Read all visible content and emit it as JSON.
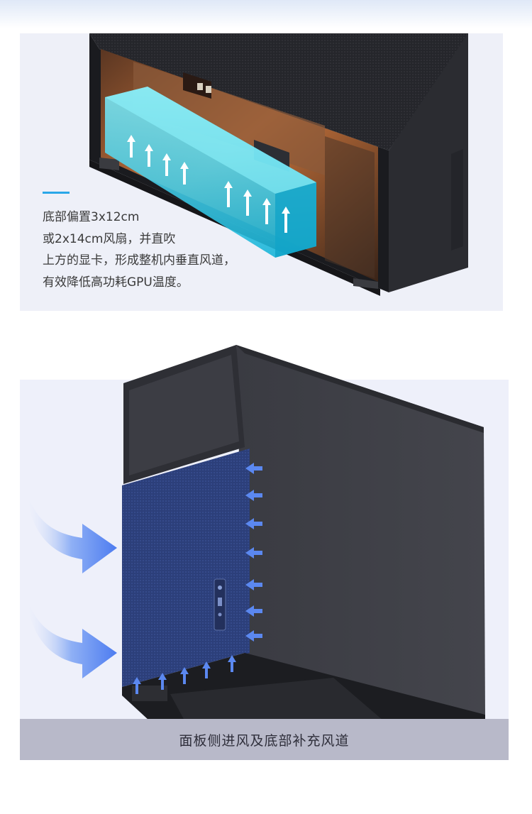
{
  "section_top": {
    "caption_lines": [
      "底部偏置3x12cm",
      "或2x14cm风扇，并直吹",
      "上方的显卡，形成整机内垂直风道，",
      "有效降低高功耗GPU温度。"
    ],
    "accent_color": "#2aa7e8"
  },
  "section_bottom": {
    "caption": "面板侧进风及底部补充风道"
  },
  "colors": {
    "airflow_cyan": "#28c8e6",
    "airflow_blue": "#4d7cf0",
    "mesh_blue": "#2c3f7a",
    "case_dark": "#2a2b30"
  },
  "icons": [
    "arrow-up-icon",
    "curved-arrow-icon",
    "small-arrow-left-icon"
  ]
}
